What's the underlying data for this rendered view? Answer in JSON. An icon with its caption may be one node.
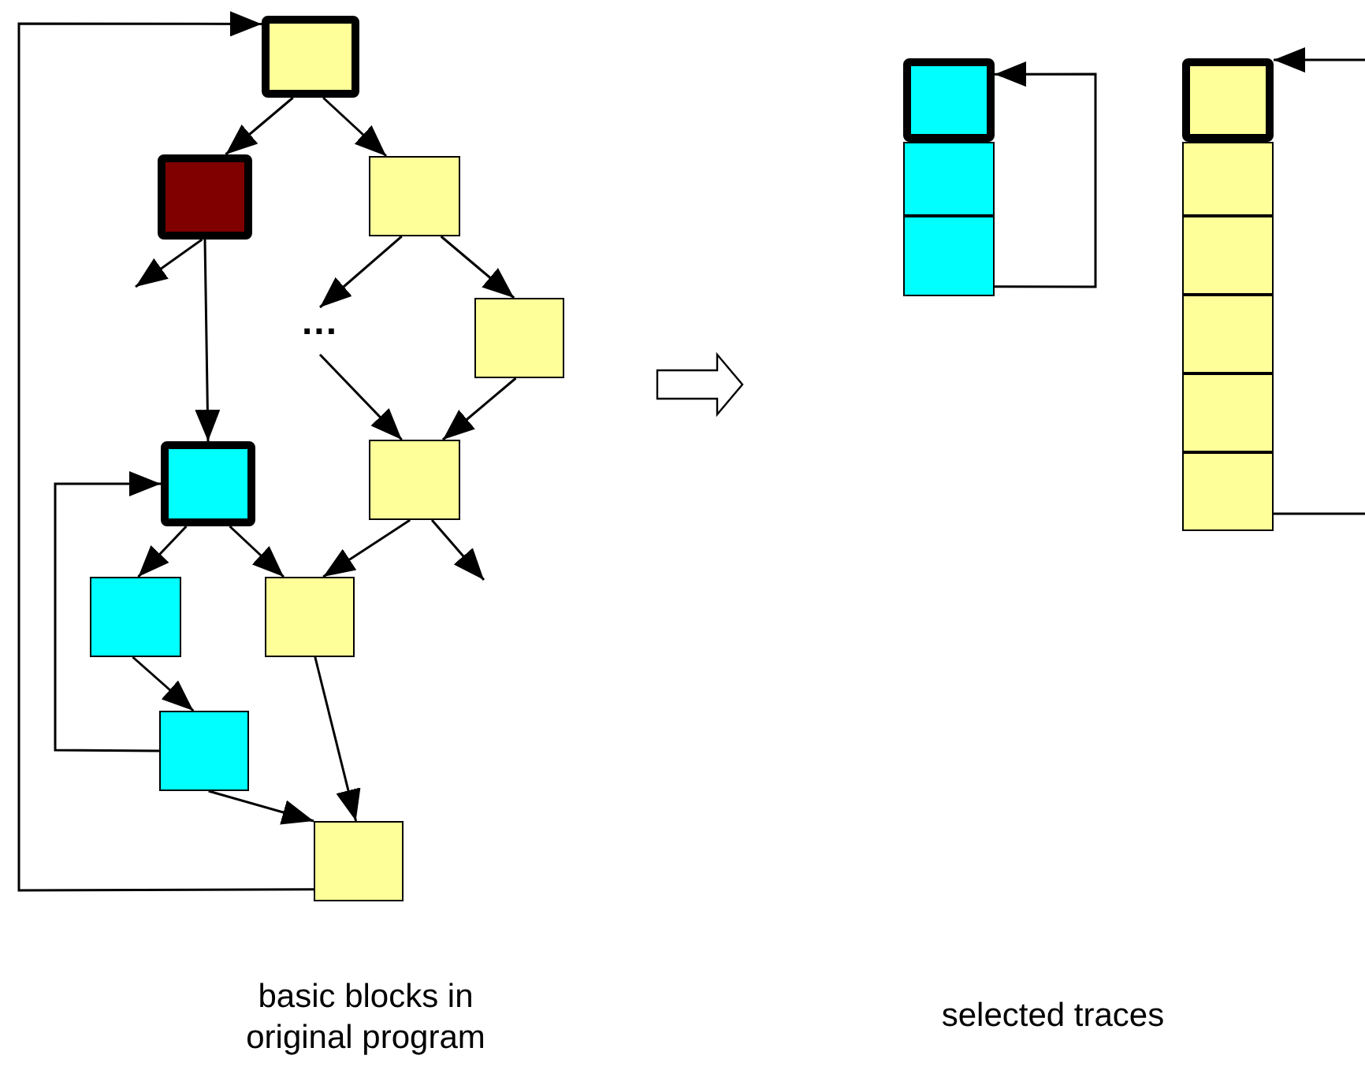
{
  "diagram": {
    "nodes": [
      {
        "text": [],
        "shape": "box"
      },
      {
        "text": [],
        "shape": "box"
      },
      {
        "text": [],
        "shape": "box"
      },
      {
        "text": [
          "..."
        ]
      },
      {
        "text": [],
        "shape": "box"
      },
      {
        "text": [],
        "shape": "box"
      },
      {
        "text": [],
        "shape": "box"
      },
      {
        "text": [],
        "shape": "box"
      },
      {
        "text": [],
        "shape": "box"
      },
      {
        "text": [],
        "shape": "box"
      },
      {
        "text": [],
        "shape": "box"
      },
      {
        "text": [],
        "shape": "box"
      },
      {
        "text": [],
        "shape": "box"
      },
      {
        "text": [],
        "shape": "box"
      },
      {
        "text": [],
        "shape": "box"
      },
      {
        "text": [],
        "shape": "box"
      },
      {
        "text": [],
        "shape": "box"
      },
      {
        "text": [],
        "shape": "box"
      },
      {
        "text": [],
        "shape": "box"
      },
      {
        "text": [],
        "shape": "box"
      }
    ],
    "edges": [
      {
        "from": 0,
        "to": 1,
        "arrow": "to"
      },
      {
        "from": 0,
        "to": 2,
        "arrow": "to"
      },
      {
        "from": 1,
        "to": null,
        "arrow": "to"
      },
      {
        "from": 1,
        "to": 5,
        "arrow": "to"
      },
      {
        "from": 2,
        "to": 3,
        "arrow": "to"
      },
      {
        "from": 2,
        "to": 4,
        "arrow": "to"
      },
      {
        "from": 3,
        "to": 6,
        "arrow": "to"
      },
      {
        "from": 4,
        "to": 6,
        "arrow": "to"
      },
      {
        "from": 5,
        "to": 7,
        "arrow": "to"
      },
      {
        "from": 5,
        "to": 8,
        "arrow": "to"
      },
      {
        "from": 6,
        "to": 8,
        "arrow": "to"
      },
      {
        "from": 6,
        "to": null,
        "arrow": "to"
      },
      {
        "from": 7,
        "to": 9,
        "arrow": "to"
      },
      {
        "from": 8,
        "to": 10,
        "arrow": "to"
      },
      {
        "from": 9,
        "to": 10,
        "arrow": "to"
      },
      {
        "from": 9,
        "to": 5,
        "arrow": "to"
      },
      {
        "from": 10,
        "to": 0,
        "arrow": "to"
      },
      {
        "from": 13,
        "to": 11,
        "arrow": "to"
      },
      {
        "from": 19,
        "to": 14,
        "arrow": "to"
      }
    ],
    "labels": [
      "basic blocks in original program",
      "selected traces"
    ]
  }
}
